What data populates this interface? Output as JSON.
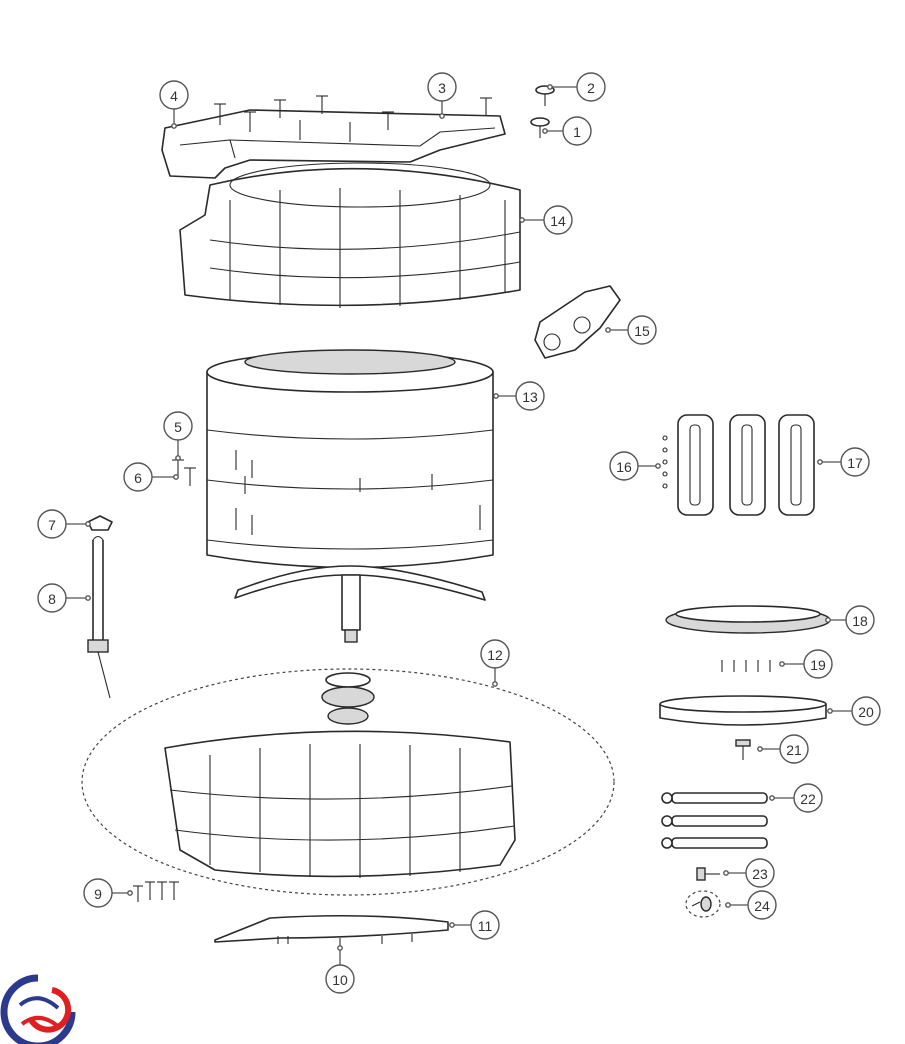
{
  "diagram": {
    "callouts": [
      {
        "id": "c1",
        "label": "1"
      },
      {
        "id": "c2",
        "label": "2"
      },
      {
        "id": "c3",
        "label": "3"
      },
      {
        "id": "c4",
        "label": "4"
      },
      {
        "id": "c5",
        "label": "5"
      },
      {
        "id": "c6",
        "label": "6"
      },
      {
        "id": "c7",
        "label": "7"
      },
      {
        "id": "c8",
        "label": "8"
      },
      {
        "id": "c9",
        "label": "9"
      },
      {
        "id": "c10",
        "label": "10"
      },
      {
        "id": "c11",
        "label": "11"
      },
      {
        "id": "c12",
        "label": "12"
      },
      {
        "id": "c13",
        "label": "13"
      },
      {
        "id": "c14",
        "label": "14"
      },
      {
        "id": "c15",
        "label": "15"
      },
      {
        "id": "c16",
        "label": "16"
      },
      {
        "id": "c17",
        "label": "17"
      },
      {
        "id": "c18",
        "label": "18"
      },
      {
        "id": "c19",
        "label": "19"
      },
      {
        "id": "c20",
        "label": "20"
      },
      {
        "id": "c21",
        "label": "21"
      },
      {
        "id": "c22",
        "label": "22"
      },
      {
        "id": "c23",
        "label": "23"
      },
      {
        "id": "c24",
        "label": "24"
      }
    ]
  },
  "logo": {
    "icon": "brand-swirl-logo-icon",
    "colors": {
      "blue": "#2b3a8f",
      "red": "#e02020"
    }
  }
}
